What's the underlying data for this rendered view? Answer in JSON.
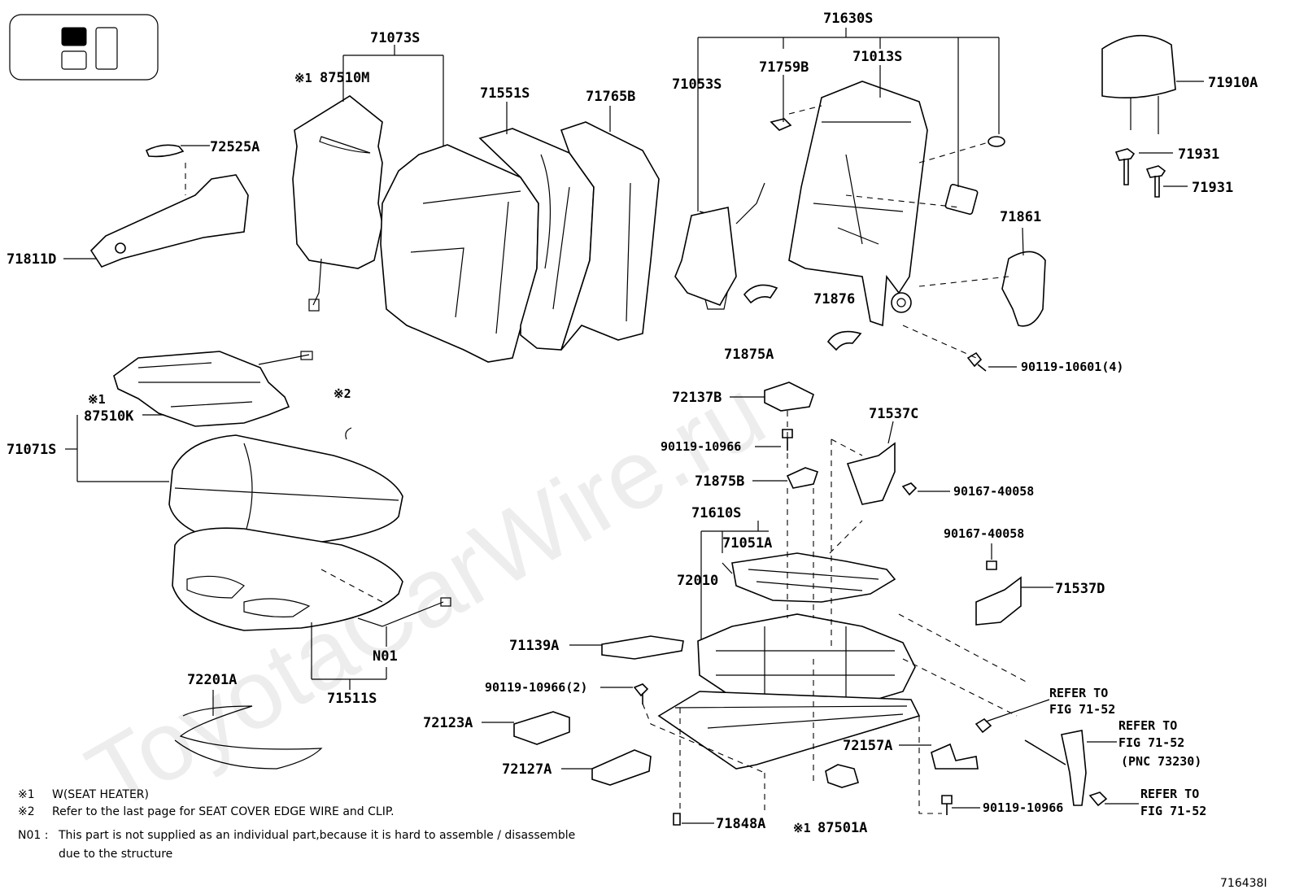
{
  "watermark": "ToyotaCarWire.ru",
  "diagram_id": "716438I",
  "labels": {
    "p71073S": "71073S",
    "p87510M": "87510M",
    "p72525A": "72525A",
    "p71811D": "71811D",
    "p71551S": "71551S",
    "p71765B": "71765B",
    "p71630S": "71630S",
    "p71759B": "71759B",
    "p71013S": "71013S",
    "p71053S": "71053S",
    "p71910A": "71910A",
    "p71931a": "71931",
    "p71931b": "71931",
    "p71861": "71861",
    "p71876": "71876",
    "p71875A": "71875A",
    "p90119_10601": "90119-10601(4)",
    "p72137B": "72137B",
    "p71537C": "71537C",
    "p90119_10966a": "90119-10966",
    "p71875B": "71875B",
    "p90167_40058a": "90167-40058",
    "p71610S": "71610S",
    "p71051A": "71051A",
    "p72010": "72010",
    "p90167_40058b": "90167-40058",
    "p71537D": "71537D",
    "p87510K": "87510K",
    "p71071S": "71071S",
    "mark2": "※2",
    "mark1a": "※1",
    "mark1b": "※1",
    "mark1c": "※1",
    "pN01": "N01",
    "p71511S": "71511S",
    "p72201A": "72201A",
    "p71139A": "71139A",
    "p90119_10966_2": "90119-10966(2)",
    "p72123A": "72123A",
    "p72127A": "72127A",
    "p71848A": "71848A",
    "p87501A": "87501A",
    "p72157A": "72157A",
    "p90119_10966b": "90119-10966",
    "refer1a": "REFER TO",
    "refer1b": "FIG 71-52",
    "refer2a": "REFER TO",
    "refer2b": "FIG 71-52",
    "refer2c": "(PNC 73230)",
    "refer3a": "REFER TO",
    "refer3b": "FIG 71-52"
  },
  "notes": {
    "n1_mark": "※1",
    "n1_text": "W(SEAT HEATER)",
    "n2_mark": "※2",
    "n2_text": "Refer to the last page for SEAT COVER EDGE WIRE and CLIP.",
    "n3_mark": "N01 :",
    "n3_text": "This part is not supplied as an individual part,because it is hard to assemble / disassemble",
    "n3_text2": "due to the structure"
  }
}
